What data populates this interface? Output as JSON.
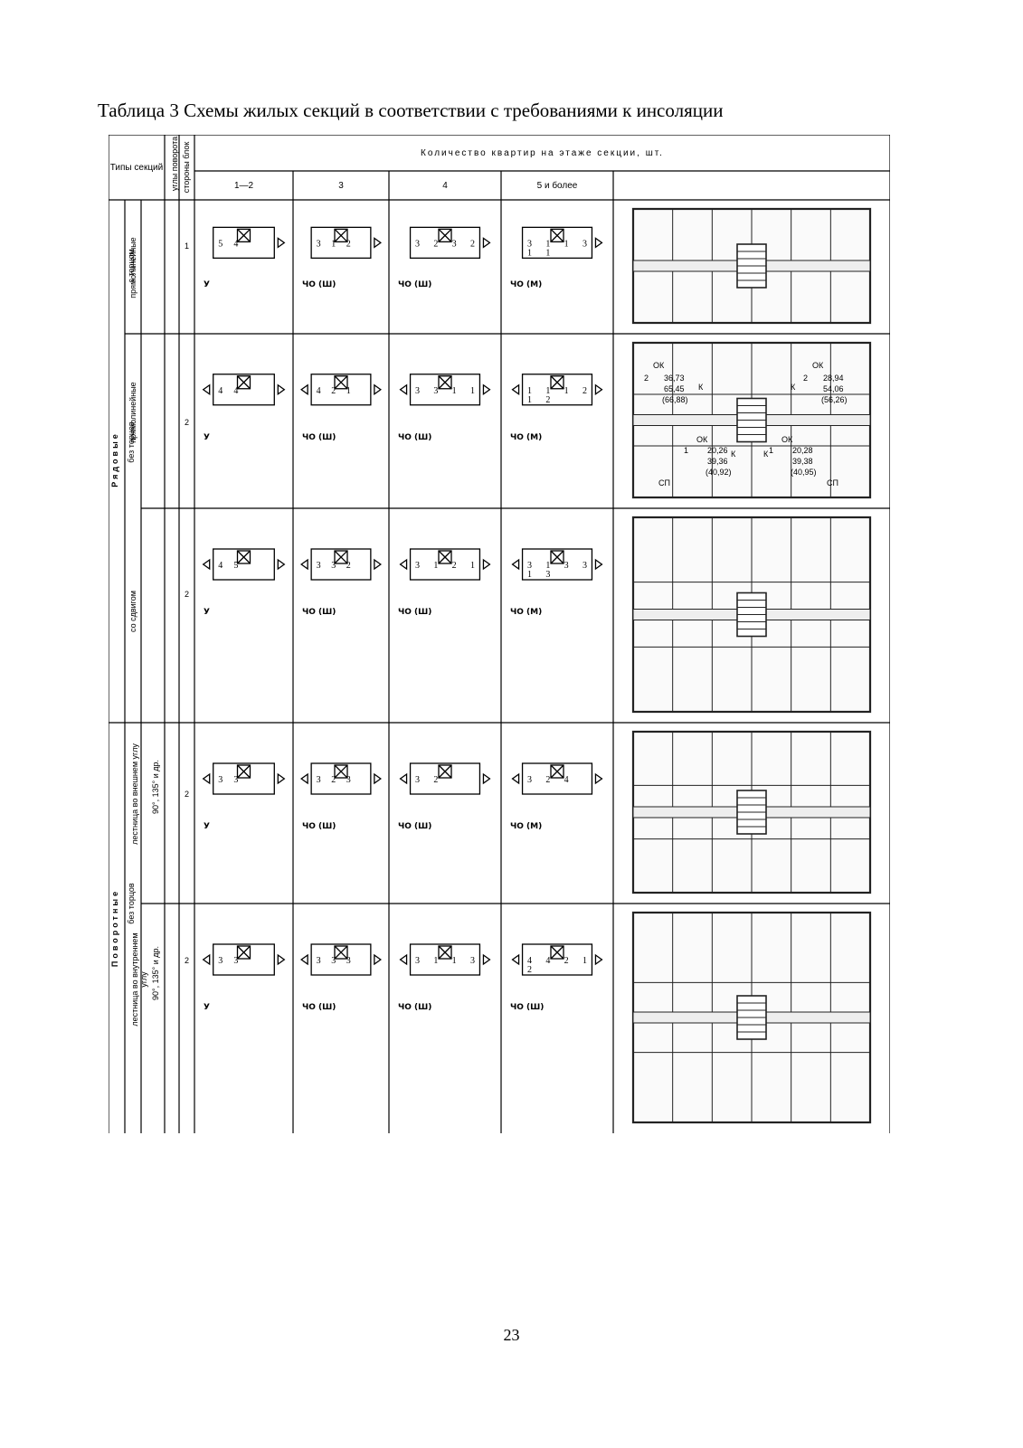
{
  "title": "Таблица 3 Схемы жилых секций в соответствии с требованиями к инсоляции",
  "page_number": "23",
  "table": {
    "header": {
      "types": "Типы секций",
      "rotation": "углы поворота",
      "sides": "стороны блок",
      "apartments": "Количество квартир на этаже секции, шт.",
      "counts": [
        "1—2",
        "3",
        "4",
        "5 и более"
      ]
    },
    "groups": {
      "row_group": "Рядовые",
      "row_with_ends": "с торцом",
      "row_no_ends": "без торцов",
      "turn_group": "Поворотные",
      "turn_no_ends": "без торцов"
    },
    "rows": [
      {
        "subtype": "прямолинейные",
        "angle": "",
        "num": "1",
        "notes": [
          "У",
          "ЧО (Ш)",
          "ЧО (Ш)",
          "ЧО (М)"
        ],
        "schema_numbers": [
          [
            "5",
            "4"
          ],
          [
            "3",
            "1",
            "2"
          ],
          [
            "3",
            "2",
            "3",
            "2"
          ],
          [
            "3",
            "1",
            "1",
            "3",
            "1",
            "1"
          ]
        ]
      },
      {
        "subtype": "прямолинейные",
        "angle": "",
        "num": "2",
        "notes": [
          "У",
          "ЧО (Ш)",
          "ЧО (Ш)",
          "ЧО (М)"
        ],
        "schema_numbers": [
          [
            "4",
            "4"
          ],
          [
            "4",
            "2",
            "1"
          ],
          [
            "3",
            "3",
            "1",
            "1"
          ],
          [
            "1",
            "1",
            "1",
            "2",
            "1",
            "2"
          ]
        ],
        "plan_labels": [
          "2",
          "ОК",
          "36,73",
          "65,45",
          "(66,88)",
          "К",
          "К",
          "2",
          "ОК",
          "28,94",
          "54,06",
          "(56,26)",
          "1",
          "ОК",
          "20,26",
          "39,36",
          "(40,92)",
          "К",
          "К",
          "1",
          "ОК",
          "20,28",
          "39,38",
          "(40,95)",
          "СП",
          "СП"
        ]
      },
      {
        "subtype": "со сдвигом",
        "angle": "",
        "num": "2",
        "notes": [
          "У",
          "ЧО (Ш)",
          "ЧО (Ш)",
          "ЧО (М)"
        ],
        "schema_numbers": [
          [
            "4",
            "5"
          ],
          [
            "3",
            "3",
            "2"
          ],
          [
            "3",
            "1",
            "2",
            "1"
          ],
          [
            "3",
            "1",
            "3",
            "3",
            "1",
            "3"
          ]
        ]
      },
      {
        "subtype": "лестница во внешнем углу",
        "angle": "90°, 135° и др.",
        "num": "2",
        "notes": [
          "У",
          "ЧО (Ш)",
          "ЧО (Ш)",
          "ЧО (М)"
        ],
        "schema_numbers": [
          [
            "3",
            "3"
          ],
          [
            "3",
            "2",
            "3"
          ],
          [
            "3",
            "2"
          ],
          [
            "3",
            "2",
            "4"
          ]
        ]
      },
      {
        "subtype": "лестница во внутреннем углу",
        "angle": "90°, 135° и др.",
        "num": "2",
        "notes": [
          "У",
          "ЧО (Ш)",
          "ЧО (Ш)",
          "ЧО (Ш)"
        ],
        "schema_numbers": [
          [
            "3",
            "3"
          ],
          [
            "3",
            "3",
            "3"
          ],
          [
            "3",
            "1",
            "1",
            "3"
          ],
          [
            "4",
            "4",
            "2",
            "1",
            "2"
          ]
        ]
      }
    ]
  }
}
